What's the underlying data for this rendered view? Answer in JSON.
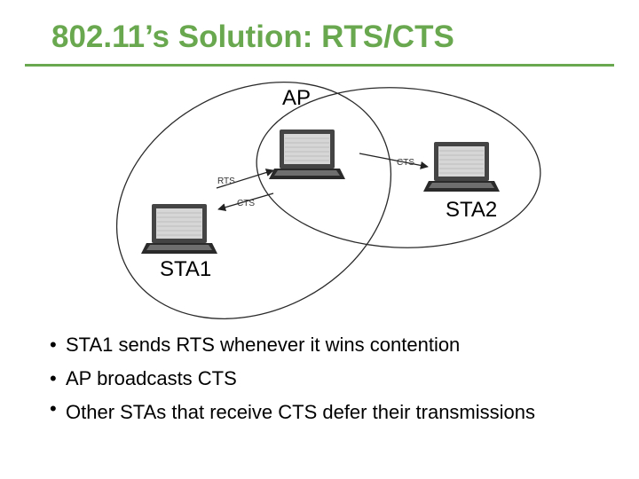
{
  "slide": {
    "title": "802.11’s Solution: RTS/CTS",
    "accent_color": "#6aa84f"
  },
  "diagram": {
    "nodes": {
      "ap": {
        "label": "AP",
        "icon": "laptop-icon"
      },
      "sta1": {
        "label": "STA1",
        "icon": "laptop-icon"
      },
      "sta2": {
        "label": "STA2",
        "icon": "laptop-icon"
      }
    },
    "messages": {
      "rts": "RTS",
      "cts_to_sta1": "CTS",
      "cts_to_sta2": "CTS"
    }
  },
  "bullets": [
    "STA1 sends RTS whenever it wins contention",
    "AP broadcasts CTS",
    "Other STAs that receive CTS defer their transmissions"
  ]
}
